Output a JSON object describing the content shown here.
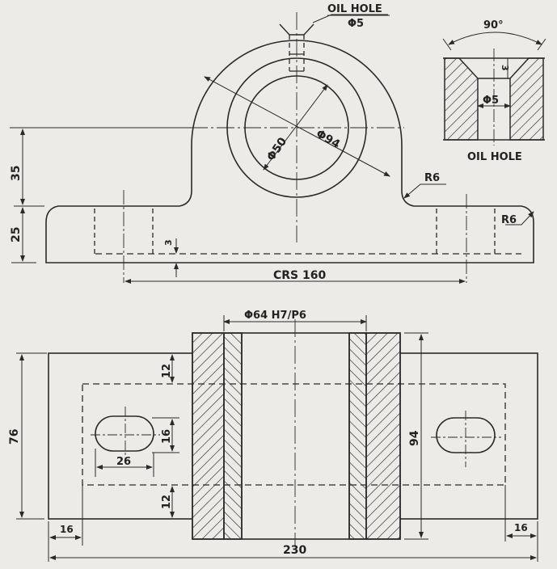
{
  "drawing": {
    "title": "Plummer block / bearing — front view and top view (engineering drawing)",
    "ink_color": "#2a2a2a",
    "paper_color": "#ecebe8",
    "front_view": {
      "oil_hole_label": "OIL HOLE",
      "oil_hole_dia": "Φ5",
      "bore_dia": "Φ50",
      "outer_dia": "Φ94",
      "height_upper": "35",
      "height_base": "25",
      "recess_depth": "3",
      "fillet_radius_1": "R6",
      "fillet_radius_2": "R6",
      "bolt_centres": "CRS 160"
    },
    "oil_hole_detail": {
      "angle": "90°",
      "depth": "3",
      "dia": "Φ5",
      "caption": "OIL HOLE"
    },
    "top_view": {
      "bush_fit": "Φ64 H7/P6",
      "edge_gap_top": "12",
      "edge_gap_bottom": "12",
      "slot_height": "16",
      "slot_length": "26",
      "base_width": "76",
      "body_length": "94",
      "slot_offset_left": "16",
      "slot_offset_right": "16",
      "overall_length": "230"
    }
  }
}
